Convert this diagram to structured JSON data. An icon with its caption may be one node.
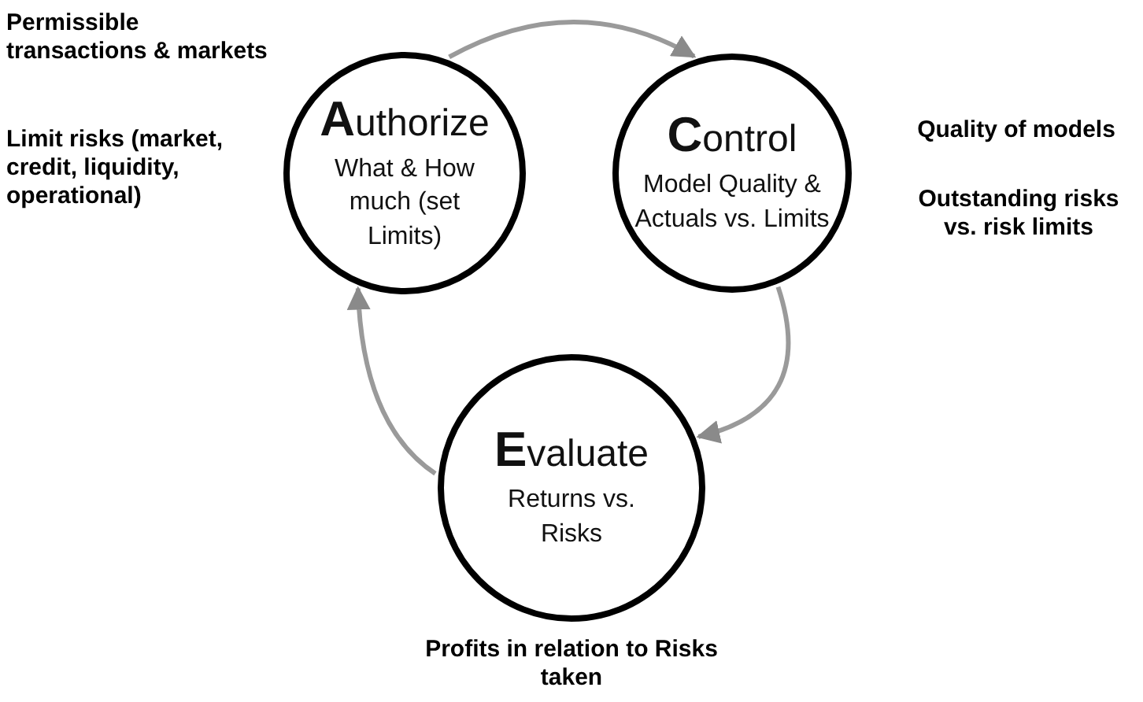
{
  "diagram": {
    "nodes": [
      {
        "text": [
          "**A**uthorize",
          "What & How much (set Limits)"
        ],
        "beside": [
          "Permissible transactions & markets",
          "Limit risks (market, credit, liquidity, operational)"
        ]
      },
      {
        "text": [
          "**C**ontrol",
          "Model Quality & Actuals vs. Limits"
        ],
        "beside": [
          "Quality of models",
          "Outstanding risks vs. risk limits"
        ]
      },
      {
        "text": [
          "**E**valuate",
          "Returns vs. Risks"
        ],
        "beside": [
          "Profits in relation to Risks taken"
        ]
      }
    ],
    "edges": [
      {
        "from": 0,
        "to": 1,
        "arrow": "to"
      },
      {
        "from": 1,
        "to": 2,
        "arrow": "to"
      },
      {
        "from": 2,
        "to": 0,
        "arrow": "to"
      }
    ]
  }
}
